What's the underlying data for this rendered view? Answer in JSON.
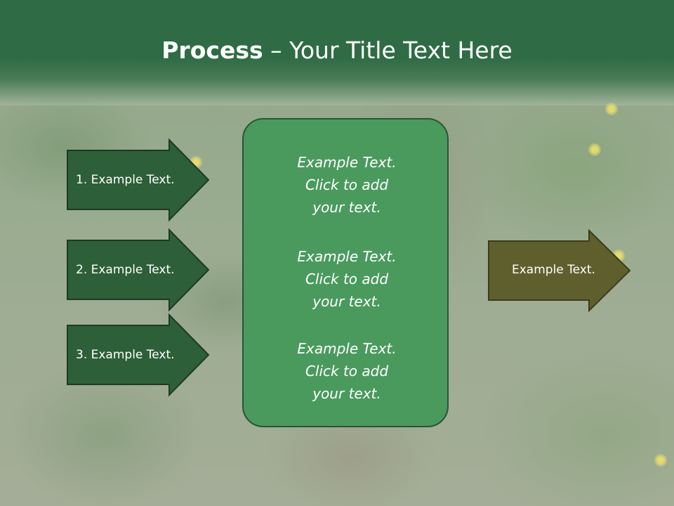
{
  "slide": {
    "title_bold": "Process",
    "title_rest": " – Your Title Text Here"
  },
  "left_arrows": [
    {
      "label": "1. Example Text."
    },
    {
      "label": "2. Example Text."
    },
    {
      "label": "3. Example Text."
    }
  ],
  "center": {
    "blocks": [
      {
        "line1": "Example Text.",
        "line2": "Click  to add",
        "line3": "your text."
      },
      {
        "line1": "Example Text.",
        "line2": "Click  to add",
        "line3": "your text."
      },
      {
        "line1": "Example Text.",
        "line2": "Click  to add",
        "line3": "your text."
      }
    ]
  },
  "right_arrow": {
    "label": "Example Text."
  },
  "colors": {
    "header": "#2f6c45",
    "left_arrow_fill": "#2d5f38",
    "center_panel": "#4a9a5e",
    "right_arrow_fill": "#5f5f2e"
  }
}
